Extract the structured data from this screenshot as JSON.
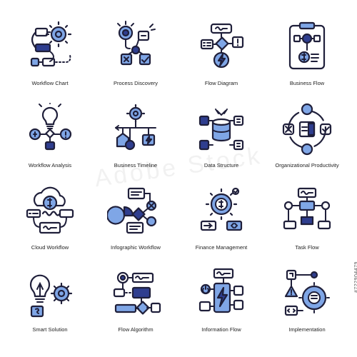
{
  "icons": [
    {
      "label": "Workflow Chart",
      "icon": "workflow-chart-icon"
    },
    {
      "label": "Process Discovery",
      "icon": "process-discovery-icon"
    },
    {
      "label": "Flow Diagram",
      "icon": "flow-diagram-icon"
    },
    {
      "label": "Business Flow",
      "icon": "business-flow-icon"
    },
    {
      "label": "Workflow Analysis",
      "icon": "workflow-analysis-icon"
    },
    {
      "label": "Business Timeline",
      "icon": "business-timeline-icon"
    },
    {
      "label": "Data Structure",
      "icon": "data-structure-icon"
    },
    {
      "label": "Organizational Productivity",
      "icon": "organizational-productivity-icon"
    },
    {
      "label": "Cloud Workflow",
      "icon": "cloud-workflow-icon"
    },
    {
      "label": "Infographic Workflow",
      "icon": "infographic-workflow-icon"
    },
    {
      "label": "Finance Management",
      "icon": "finance-management-icon"
    },
    {
      "label": "Task Flow",
      "icon": "task-flow-icon"
    },
    {
      "label": "Smart Solution",
      "icon": "smart-solution-icon"
    },
    {
      "label": "Flow Algorithm",
      "icon": "flow-algorithm-icon"
    },
    {
      "label": "Information Flow",
      "icon": "information-flow-icon"
    },
    {
      "label": "Implementation",
      "icon": "implementation-icon"
    }
  ],
  "stock_id": "#722904479",
  "colors": {
    "fill": "#7fa6e6",
    "dark": "#2f3e8f",
    "stroke": "#1f1f3a"
  }
}
